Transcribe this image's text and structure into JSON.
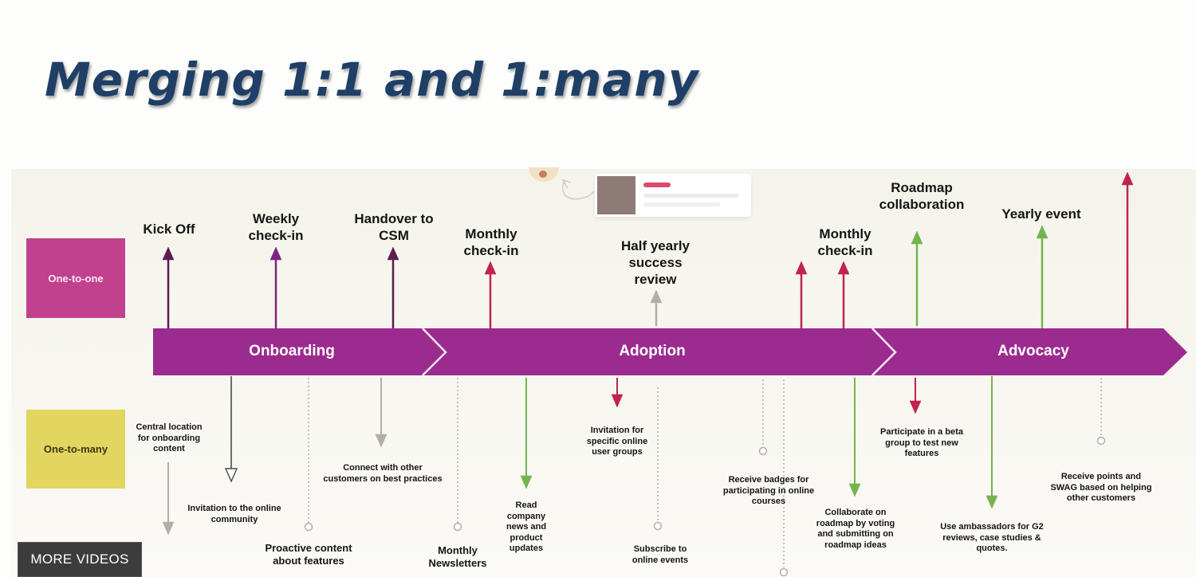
{
  "title": "Merging 1:1 and 1:many",
  "swatches": {
    "one_to_one": "One-to-one",
    "one_to_many": "One-to-many"
  },
  "phases": [
    "Onboarding",
    "Adoption",
    "Advocacy"
  ],
  "top_labels": [
    {
      "id": "kickoff",
      "lines": [
        "Kick Off"
      ]
    },
    {
      "id": "weekly",
      "lines": [
        "Weekly",
        "check-in"
      ]
    },
    {
      "id": "handover",
      "lines": [
        "Handover to",
        "CSM"
      ]
    },
    {
      "id": "monthly1",
      "lines": [
        "Monthly",
        "check-in"
      ]
    },
    {
      "id": "halfyearly",
      "lines": [
        "Half yearly",
        "success",
        "review"
      ]
    },
    {
      "id": "monthly2",
      "lines": [
        "Monthly",
        "check-in"
      ]
    },
    {
      "id": "roadmap",
      "lines": [
        "Roadmap",
        "collaboration"
      ]
    },
    {
      "id": "yearly",
      "lines": [
        "Yearly event"
      ]
    }
  ],
  "bottom_labels": [
    {
      "id": "central",
      "lines": [
        "Central location",
        "for onboarding",
        "content"
      ]
    },
    {
      "id": "invitation_community",
      "lines": [
        "Invitation to the online",
        "community"
      ]
    },
    {
      "id": "proactive",
      "lines": [
        "Proactive content",
        "about features"
      ]
    },
    {
      "id": "connect",
      "lines": [
        "Connect with other",
        "customers on best practices"
      ]
    },
    {
      "id": "newsletters",
      "lines": [
        "Monthly",
        "Newsletters"
      ]
    },
    {
      "id": "read_news",
      "lines": [
        "Read",
        "company",
        "news and",
        "product",
        "updates"
      ]
    },
    {
      "id": "invitation_groups",
      "lines": [
        "Invitation for",
        "specific online",
        "user groups"
      ]
    },
    {
      "id": "subscribe",
      "lines": [
        "Subscribe to",
        "online events"
      ]
    },
    {
      "id": "badges",
      "lines": [
        "Receive badges for",
        "participating in online",
        "courses"
      ]
    },
    {
      "id": "collaborate",
      "lines": [
        "Collaborate on",
        "roadmap by voting",
        "and submitting  on",
        "roadmap ideas"
      ]
    },
    {
      "id": "beta",
      "lines": [
        "Participate in a beta",
        "group to test new",
        "features"
      ]
    },
    {
      "id": "ambassadors",
      "lines": [
        "Use ambassadors for G2",
        "reviews, case studies &",
        "quotes."
      ]
    },
    {
      "id": "points",
      "lines": [
        "Receive points and",
        "SWAG based on helping",
        "other customers"
      ]
    }
  ],
  "more_videos": "MORE VIDEOS",
  "colors": {
    "title": "#1f3f66",
    "band": "#9b2b8f",
    "one_to_one": "#c2418e",
    "one_to_many": "#e2d560",
    "dark_purple": "#5e1d50",
    "purple": "#7d2381",
    "red": "#c0244e",
    "grey": "#b3ada8",
    "green": "#74b44d"
  }
}
